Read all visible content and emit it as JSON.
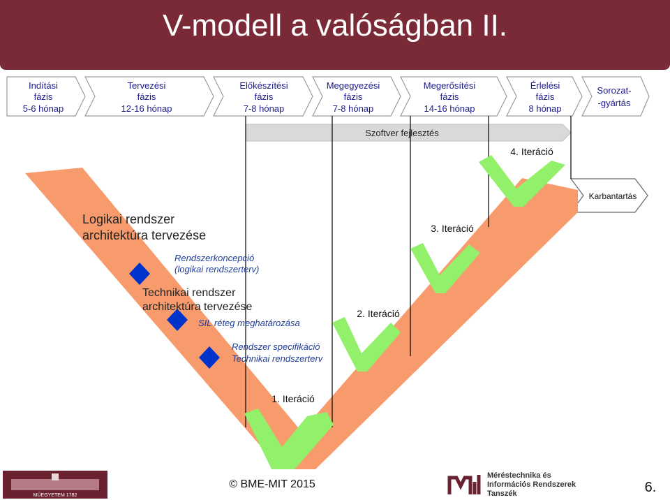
{
  "title": "V-modell a valóságban II.",
  "phases": [
    {
      "lines": [
        "Indítási",
        "fázis",
        "5-6 hónap"
      ]
    },
    {
      "lines": [
        "Tervezési",
        "fázis",
        "12-16 hónap"
      ]
    },
    {
      "lines": [
        "Előkészítési",
        "fázis",
        "7-8 hónap"
      ]
    },
    {
      "lines": [
        "Megegyezési",
        "fázis",
        "7-8 hónap"
      ]
    },
    {
      "lines": [
        "Megerősítési",
        "fázis",
        "14-16 hónap"
      ]
    },
    {
      "lines": [
        "Érlelési",
        "fázis",
        "8 hónap"
      ]
    },
    {
      "lines": [
        "Sorozat-",
        "-gyártás"
      ]
    }
  ],
  "software_dev": "Szoftver fejlesztés",
  "maintenance": "Karbantartás",
  "iterations": [
    "1. Iteráció",
    "2. Iteráció",
    "3. Iteráció",
    "4. Iteráció"
  ],
  "labels": {
    "logical_line1": "Logikai rendszer",
    "logical_line2": "architektúra tervezése",
    "concept_line1": "Rendszerkoncepció",
    "concept_line2": "(logikai rendszerterv)",
    "technical_line1": "Technikai rendszer",
    "technical_line2": "architektúra tervezése",
    "sil": "SIL réteg meghatározása",
    "spec_line1": "Rendszer specifikáció",
    "spec_line2": "Technikai rendszerterv"
  },
  "footer": {
    "copyright": "© BME-MIT 2015",
    "page_number": "6.",
    "logo_line1": "Méréstechnika és",
    "logo_line2": "Információs Rendszerek",
    "logo_line3": "Tanszék",
    "logo_mark": "mit",
    "university_mark": "MŰEGYETEM 1782"
  },
  "colors": {
    "title_bg": "#7a2a36",
    "v_shape": "#f79b6c",
    "checkmark": "#92f06a",
    "diamond": "#0033cc",
    "blue_text": "#1f3d99",
    "arrow_gray": "#d9d9d9"
  }
}
